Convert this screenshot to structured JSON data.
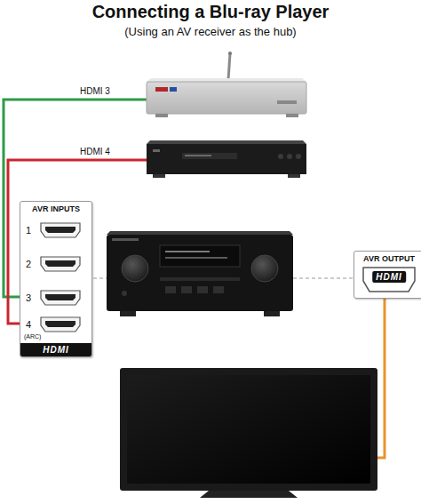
{
  "diagram": {
    "title": "Connecting a Blu-ray Player",
    "nodes": [
      {
        "text": [
          "AVR INPUTS",
          "HDMI"
        ]
      },
      {
        "text": [
          "1"
        ],
        "in": 0
      },
      {
        "text": [
          "2"
        ],
        "in": 0
      },
      {
        "text": [
          "3"
        ],
        "in": 0
      },
      {
        "text": [
          "4",
          "(ARC)"
        ],
        "in": 0
      },
      {
        "text": [
          "AVR OUTPUT",
          "HDMI"
        ]
      }
    ],
    "labels": [
      "(Using an AV receiver as the hub)",
      "HDMI 3",
      "HDMI 4"
    ]
  }
}
